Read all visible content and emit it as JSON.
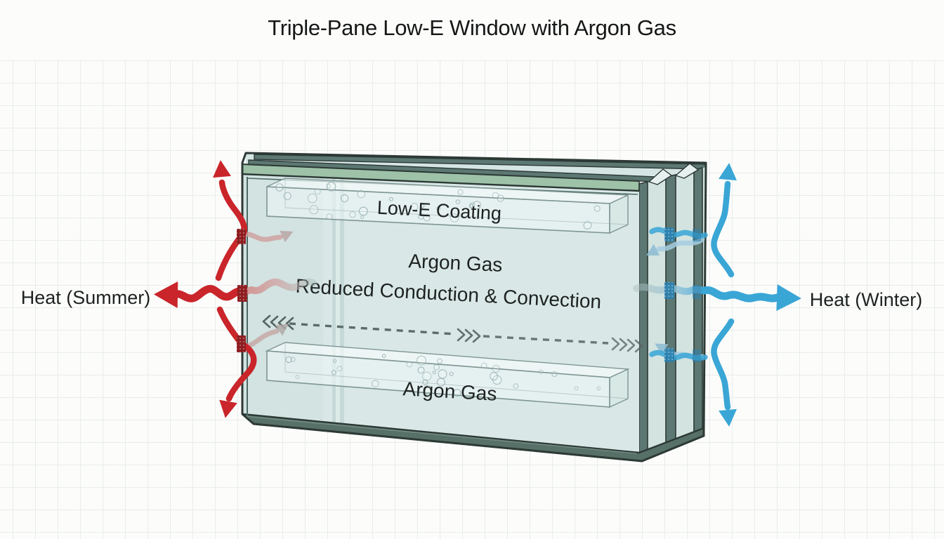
{
  "title": "Triple-Pane Low-E Window with Argon Gas",
  "labels": {
    "heat_summer": "Heat (Summer)",
    "heat_winter": "Heat (Winter)",
    "low_e_coating": "Low-E Coating",
    "argon_gas_middle": "Argon Gas",
    "reduced_conduction": "Reduced Conduction & Convection",
    "argon_gas_bottom": "Argon Gas"
  },
  "colors": {
    "summer_arrow_red": "#c9252a",
    "winter_arrow_blue": "#3aa6d6",
    "frame_teal": "#5d7872",
    "top_face_green": "#9ec2a8",
    "glass_tint": "#d9e8e6",
    "outline_dark": "#2c3935",
    "background": "#fcfcfb",
    "grid_line": "#e7edec",
    "text_ink": "#1d2220"
  }
}
